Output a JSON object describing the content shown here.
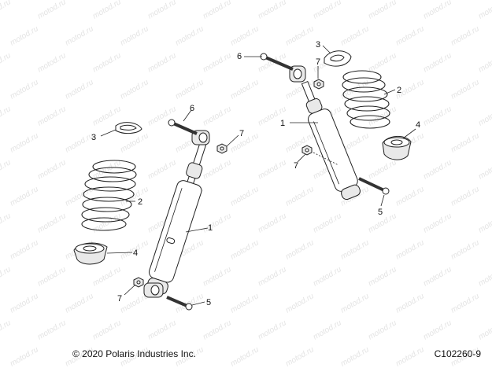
{
  "watermark": "motod.ru",
  "callouts": {
    "left": [
      "1",
      "2",
      "3",
      "4",
      "5",
      "6",
      "7",
      "7"
    ],
    "right": [
      "1",
      "2",
      "3",
      "4",
      "5",
      "6",
      "7",
      "7"
    ]
  },
  "footer": {
    "copyright": "© 2020 Polaris Industries Inc.",
    "figure_code": "C102260-9"
  }
}
